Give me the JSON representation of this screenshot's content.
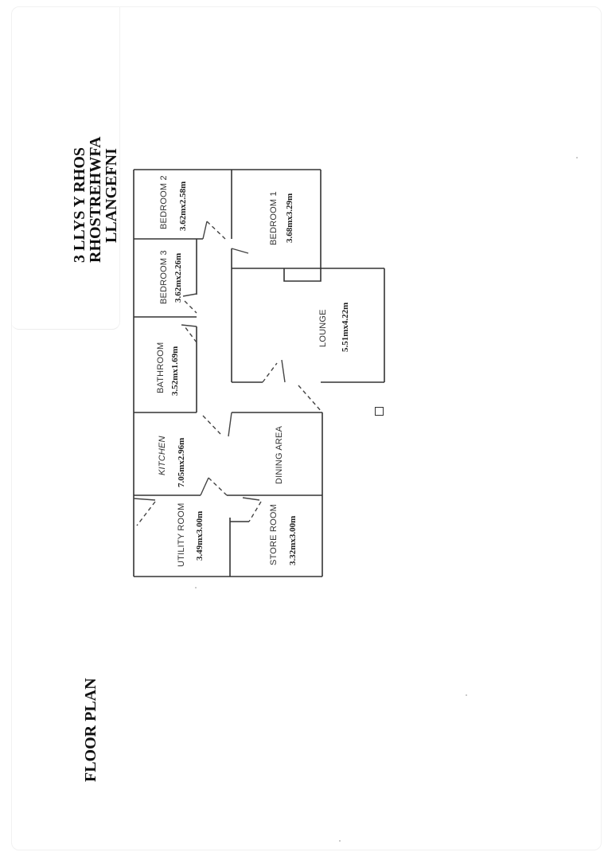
{
  "document": {
    "address_lines": [
      "3 LLYS Y RHOS",
      "RHOSTREHWFA",
      "LLANGEFNI"
    ],
    "footer_title": "FLOOR PLAN"
  },
  "rooms": [
    {
      "name": "BEDROOM 2",
      "dimensions": "3.62mx2.58m"
    },
    {
      "name": "BEDROOM 1",
      "dimensions": "3.68mx3.29m"
    },
    {
      "name": "BEDROOM 3",
      "dimensions": "3.62mx2.26m"
    },
    {
      "name": "BATHROOM",
      "dimensions": "3.52mx1.69m"
    },
    {
      "name": "LOUNGE",
      "dimensions": "5.51mx4.22m"
    },
    {
      "name": "KITCHEN",
      "dimensions": "7.05mx2.96m"
    },
    {
      "name": "DINING AREA",
      "dimensions": ""
    },
    {
      "name": "UTILITY ROOM",
      "dimensions": "3.49mx3.00m"
    },
    {
      "name": "STORE ROOM",
      "dimensions": "3.32mx3.00m"
    }
  ],
  "colors": {
    "wall": "#333333",
    "paper": "#ffffff"
  }
}
